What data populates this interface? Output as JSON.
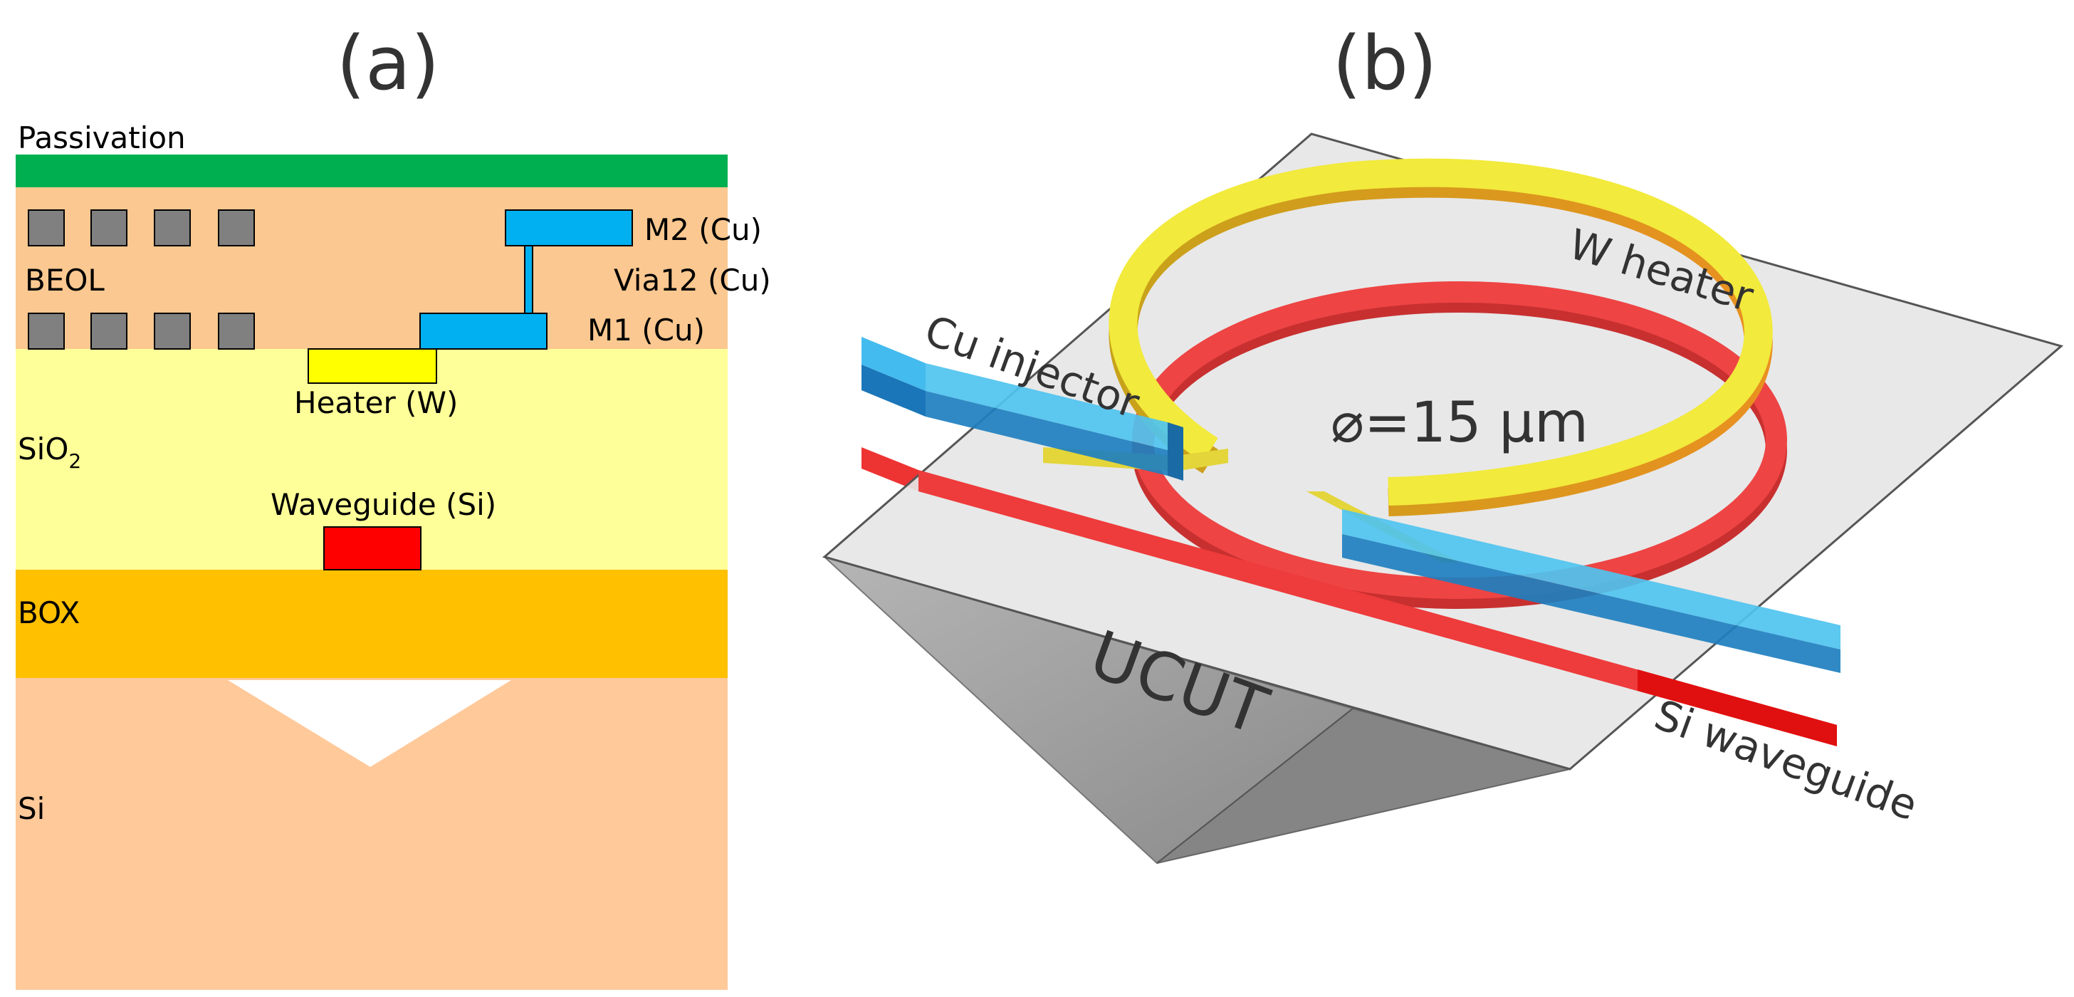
{
  "panel_a": {
    "label": "(a)",
    "layers": {
      "passivation": "Passivation",
      "beol": "BEOL",
      "sio2_main": "SiO",
      "sio2_sub": "2",
      "box": "BOX",
      "si": "Si"
    },
    "components": {
      "m2": "M2 (Cu)",
      "via12": "Via12 (Cu)",
      "m1": "M1 (Cu)",
      "heater": "Heater (W)",
      "waveguide": "Waveguide (Si)"
    },
    "colors": {
      "passivation": "#00b050",
      "beol": "#fac890",
      "sio2": "#ffff99",
      "box": "#ffc000",
      "si": "#ffc99a",
      "metal": "#00b0f0",
      "heater": "#ffff00",
      "waveguide": "#ff0000",
      "dummy_fill": "#808080"
    }
  },
  "panel_b": {
    "label": "(b)",
    "labels": {
      "w_heater": "W heater",
      "cu_injector": "Cu injector",
      "diameter": "⌀=15 µm",
      "ucut": "UCUT",
      "si_waveguide": "Si waveguide"
    },
    "colors": {
      "membrane": "#e6e6e6",
      "heater": "#f2ea3c",
      "ring": "#ee4444",
      "injector": "#4fc3ef",
      "ucut": "#9a9a9a"
    }
  }
}
